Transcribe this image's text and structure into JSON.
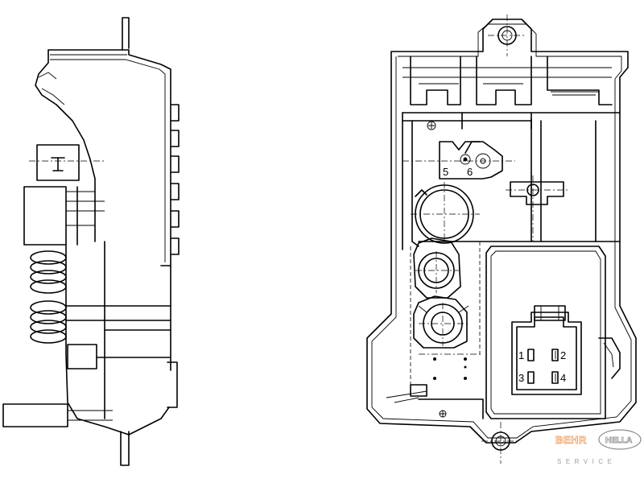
{
  "connector_pins": {
    "pin1": "1",
    "pin2": "2",
    "pin3": "3",
    "pin4": "4"
  },
  "top_terminals": {
    "pin5": "5",
    "pin6": "6"
  },
  "logo": {
    "brand_left": "BEHR",
    "brand_right": "HELLA",
    "tagline": "SERVICE",
    "colors": {
      "behr": "#f0a060",
      "hella": "#8a8a8a"
    }
  }
}
